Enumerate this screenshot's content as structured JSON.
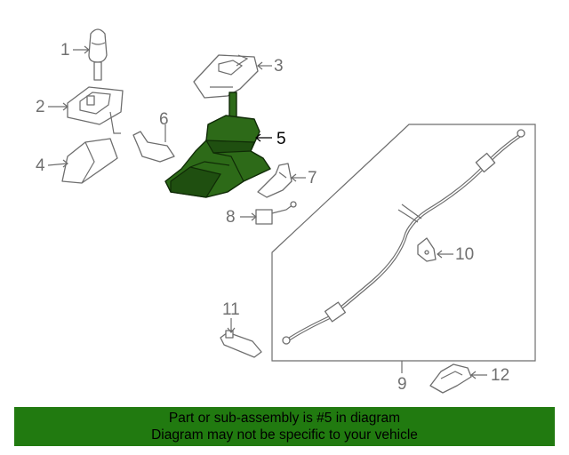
{
  "diagram": {
    "callouts": {
      "c1": "1",
      "c2": "2",
      "c3": "3",
      "c4": "4",
      "c5": "5",
      "c6": "6",
      "c7": "7",
      "c8": "8",
      "c9": "9",
      "c10": "10",
      "c11": "11",
      "c12": "12"
    },
    "highlighted_part": "5",
    "colors": {
      "highlight": "#2d6a18",
      "banner": "#217a10",
      "line": "#6e6e6e"
    }
  },
  "banner": {
    "line1": "Part or sub-assembly is #5 in diagram",
    "line2": "Diagram may not be specific to your vehicle"
  }
}
